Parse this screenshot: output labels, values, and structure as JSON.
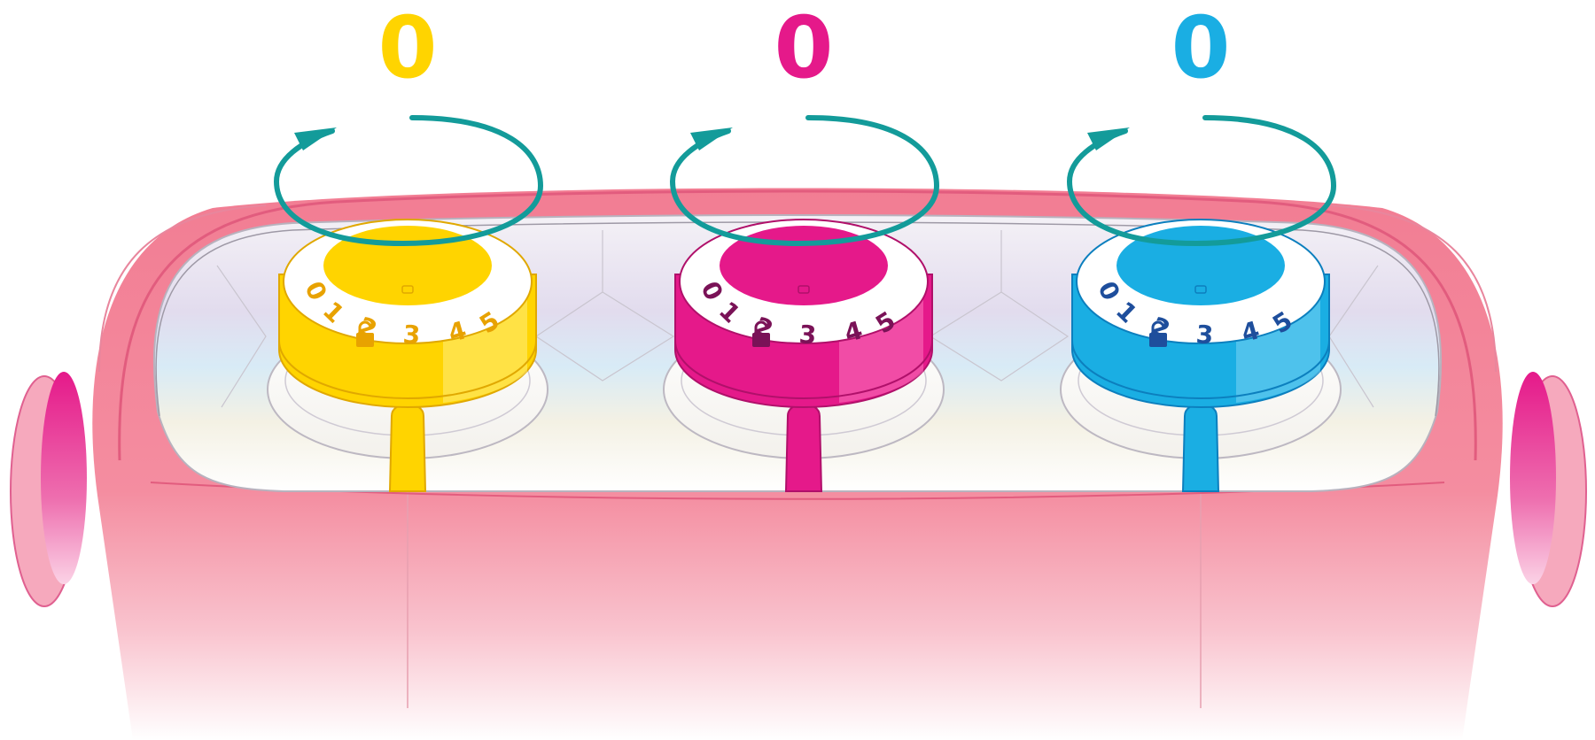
{
  "dials": [
    {
      "name": "yellow",
      "setting": "0",
      "color": "#FFD400",
      "dark": "#E0A800",
      "light": "#FFF59A",
      "tick_color": "#E8A200",
      "ticks": [
        "0",
        "1",
        "2",
        "3",
        "4",
        "5"
      ]
    },
    {
      "name": "magenta",
      "setting": "0",
      "color": "#E5198A",
      "dark": "#B0106A",
      "light": "#FF8BC8",
      "tick_color": "#7A1257",
      "ticks": [
        "0",
        "1",
        "2",
        "3",
        "4",
        "5"
      ]
    },
    {
      "name": "cyan",
      "setting": "0",
      "color": "#1AAEE3",
      "dark": "#0C7FBE",
      "light": "#8FDBF7",
      "tick_color": "#1E4E9C",
      "ticks": [
        "0",
        "1",
        "2",
        "3",
        "4",
        "5"
      ]
    }
  ],
  "colors": {
    "body": "#F1778E",
    "body_dark": "#D94A6B",
    "side_knob": "#E5198A",
    "rotate_arrow": "#139B9A"
  },
  "icons": {
    "rotate": "rotate-clockwise-arrow-icon",
    "lock": "padlock-icon"
  }
}
